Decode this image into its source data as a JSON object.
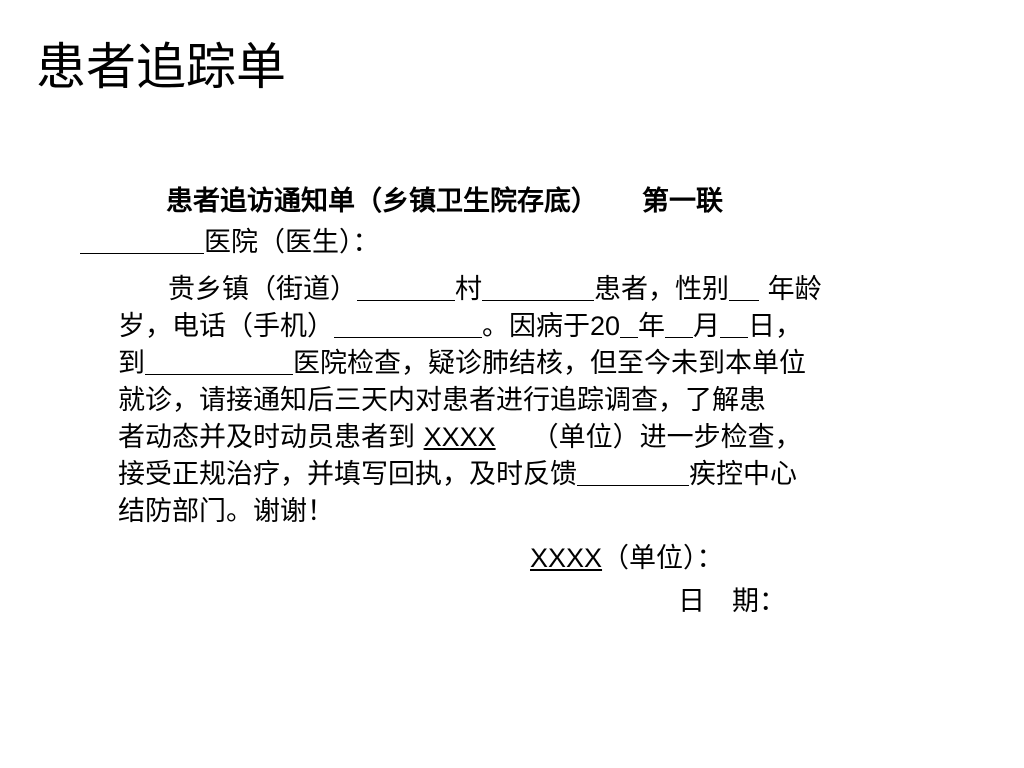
{
  "slide": {
    "title": "患者追踪单"
  },
  "form": {
    "heading": "患者追访通知单（乡镇卫生院存底）",
    "copy_label": "第一联",
    "addressee_suffix": "医院（医生）：",
    "lines": [
      {
        "a": "贵乡镇（街道）",
        "b": "村",
        "c": "患者，性别",
        "d": " 年龄"
      },
      {
        "a": "岁，电话（手机）",
        "b": "。因病于",
        "c": "20",
        "d": "年",
        "e": "月",
        "f": "日，"
      },
      {
        "a": "到",
        "b": "医院检查，疑诊肺结核，但至今未到本单位"
      },
      {
        "a": "就诊，请接通知后三天内对患者进行追踪调查，了解患"
      },
      {
        "a": "者动态并及时动员患者到 ",
        "unit": " XXXX",
        "b": "（单位）进一步检查，"
      },
      {
        "a": "接受正规治疗，并填写回执，及时反馈",
        "b": "疾控中心"
      },
      {
        "a": "结防部门。谢谢！"
      }
    ],
    "signature_unit": " XXXX",
    "signature_unit_suffix": "（单位）：",
    "date_label": "日　期："
  }
}
